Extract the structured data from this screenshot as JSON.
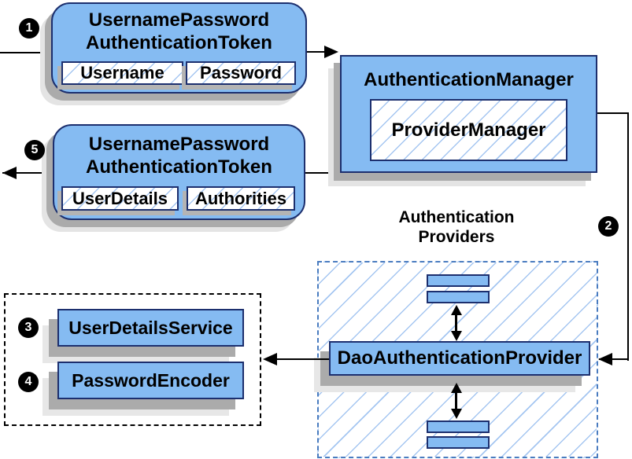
{
  "nodes": {
    "request_token": {
      "badge": "1",
      "title_line1": "UsernamePassword",
      "title_line2": "AuthenticationToken",
      "field1": "Username",
      "field2": "Password"
    },
    "authentication_manager": {
      "title": "AuthenticationManager",
      "inner_box": "ProviderManager"
    },
    "response_token": {
      "badge": "5",
      "title_line1": "UsernamePassword",
      "title_line2": "AuthenticationToken",
      "field1": "UserDetails",
      "field2": "Authorities"
    },
    "providers": {
      "badge": "2",
      "heading_line1": "Authentication",
      "heading_line2": "Providers",
      "main_box": "DaoAuthenticationProvider"
    },
    "services": {
      "item1": {
        "badge": "3",
        "label": "UserDetailsService"
      },
      "item2": {
        "badge": "4",
        "label": "PasswordEncoder"
      }
    }
  },
  "colors": {
    "box_fill": "#85BBF2",
    "box_border": "#1C2F6E",
    "hatch_line": "#A5C6F1",
    "providers_dashed_border": "#4A7CC0",
    "services_dashed_border": "#000000",
    "shadow_dark": "#ABABAB",
    "shadow_light": "#E4E4E4",
    "connector": "#000000",
    "background": "#FFFFFF"
  }
}
